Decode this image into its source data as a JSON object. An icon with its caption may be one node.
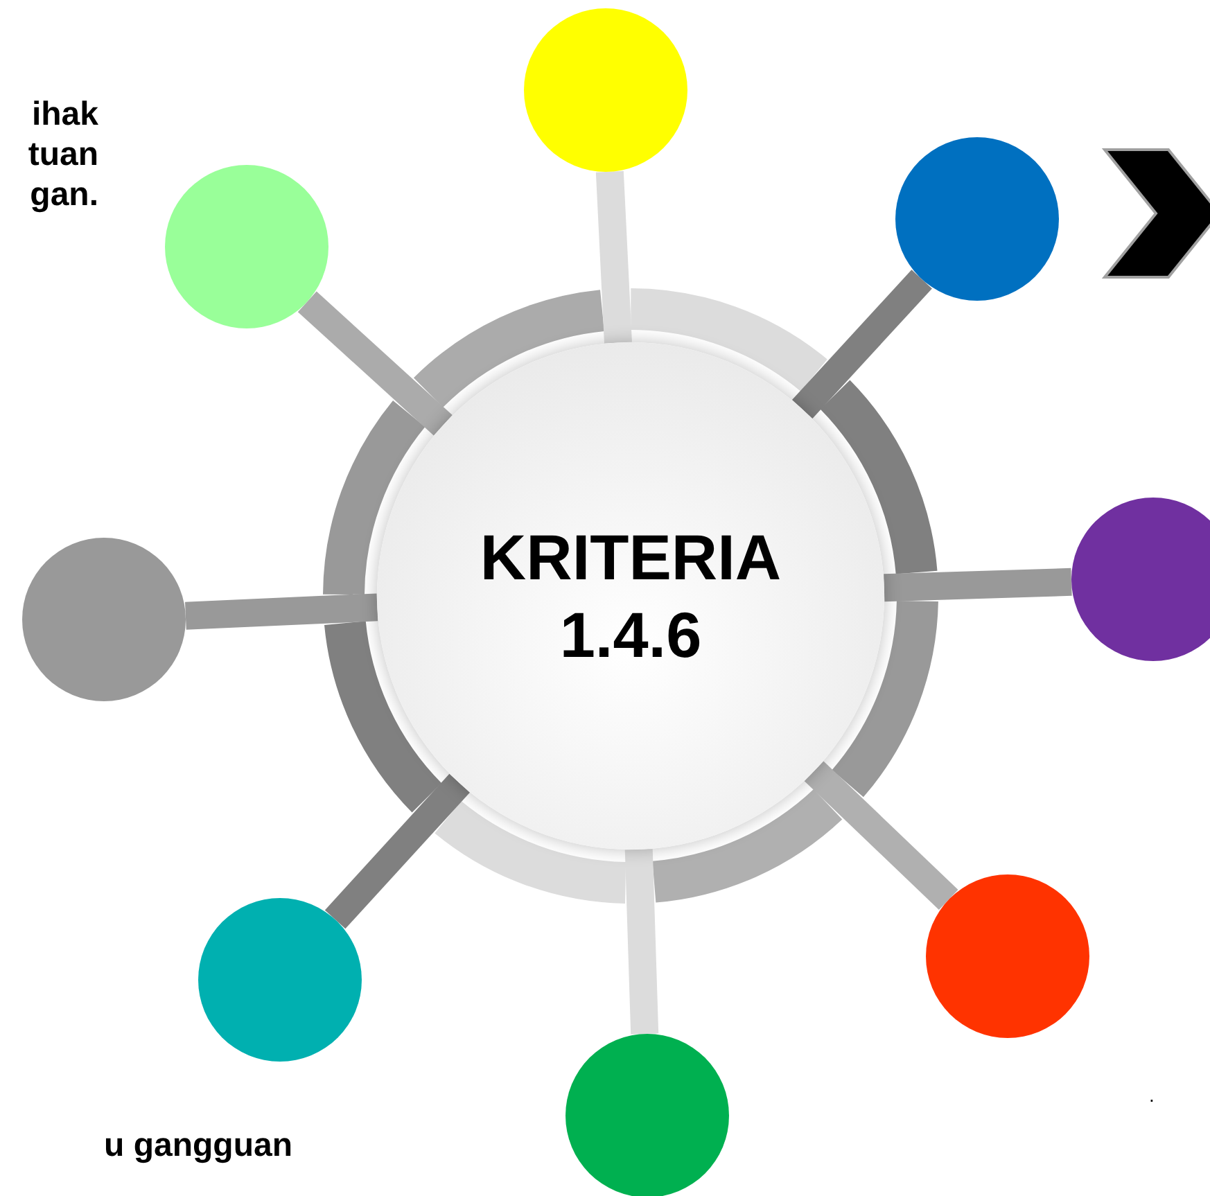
{
  "diagram": {
    "nodes": [
      {
        "text": [
          "KRITERIA 1.4.6"
        ]
      },
      {
        "text": [],
        "shape": "circle"
      },
      {
        "text": [],
        "shape": "circle"
      },
      {
        "text": [],
        "shape": "circle"
      },
      {
        "text": [],
        "shape": "circle"
      },
      {
        "text": [],
        "shape": "circle"
      },
      {
        "text": [],
        "shape": "circle"
      },
      {
        "text": [],
        "shape": "circle"
      },
      {
        "text": [],
        "shape": "circle"
      }
    ],
    "edges": [
      {
        "from": 0,
        "to": 1,
        "arrow": "none",
        "color": "#dcdcdc"
      },
      {
        "from": 0,
        "to": 2,
        "arrow": "none",
        "color": "#808080"
      },
      {
        "from": 0,
        "to": 3,
        "arrow": "none",
        "color": "#ababab"
      },
      {
        "from": 0,
        "to": 4,
        "arrow": "none",
        "color": "#999999"
      },
      {
        "from": 0,
        "to": 5,
        "arrow": "none",
        "color": "#999999"
      },
      {
        "from": 0,
        "to": 6,
        "arrow": "none",
        "color": "#b0b0b0"
      },
      {
        "from": 0,
        "to": 7,
        "arrow": "none",
        "color": "#808080"
      },
      {
        "from": 0,
        "to": 8,
        "arrow": "none",
        "color": "#dcdcdc"
      }
    ],
    "labels": [
      "ihak tuan gan.",
      "u gangguan",
      "."
    ]
  }
}
